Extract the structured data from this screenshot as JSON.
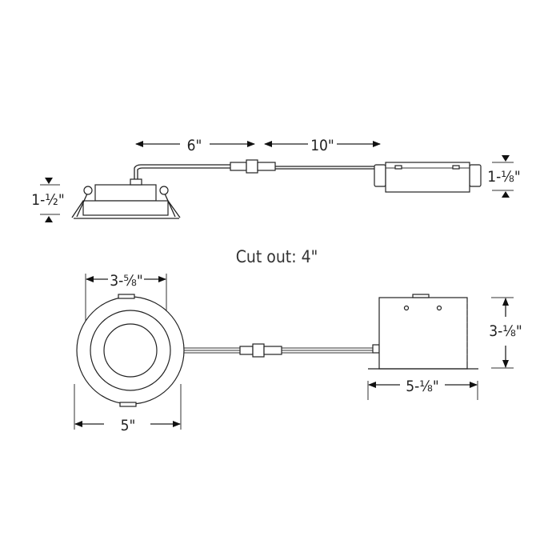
{
  "labels": {
    "lead_length_1": "6\"",
    "lead_length_2": "10\"",
    "fixture_height": "1-½\"",
    "driver_height": "1-⅛\"",
    "cut_out": "Cut out: 4\"",
    "aperture_diameter": "3-⅝\"",
    "trim_diameter": "5\"",
    "junction_box_height": "3-⅛\"",
    "junction_box_width": "5-⅛\""
  }
}
